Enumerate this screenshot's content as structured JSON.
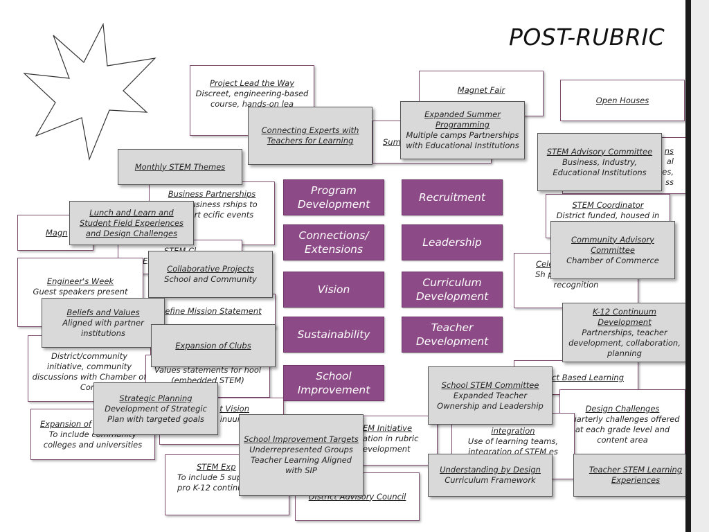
{
  "title": "POST-RUBRIC",
  "categories": [
    {
      "label": "Program Development"
    },
    {
      "label": "Recruitment"
    },
    {
      "label": "Connections/ Extensions"
    },
    {
      "label": "Leadership"
    },
    {
      "label": "Vision"
    },
    {
      "label": "Curriculum Development"
    },
    {
      "label": "Sustainability"
    },
    {
      "label": "Teacher Development"
    },
    {
      "label": "School Improvement"
    }
  ],
  "cards": [
    {
      "heading": "Project Lead the Way",
      "body": "Discreet, engineering-based course, hands-on lea"
    },
    {
      "heading": "Magnet Fair",
      "body": ""
    },
    {
      "heading": "Open Houses",
      "body": ""
    },
    {
      "heading": "Sum",
      "body": ""
    },
    {
      "heading": "ns",
      "body": "al es, ss"
    },
    {
      "heading": "Business Partnerships",
      "body": "ized Business rships to support ecific events"
    },
    {
      "heading": "STEM Coordinator",
      "body": "District funded, housed in"
    },
    {
      "heading": "Magn",
      "body": ""
    },
    {
      "heading": "STEM Cl",
      "body": "Ex"
    },
    {
      "heading": "Engineer's Week",
      "body": "Guest speakers present"
    },
    {
      "heading": "Celeb",
      "body": "Sh publicity, student recognition"
    },
    {
      "heading": "efine Mission Statement",
      "body": ""
    },
    {
      "heading": "",
      "body": "District/community initiative, community discussions with Chamber of Com"
    },
    {
      "heading": "",
      "body": "Values statements for hool (embedded STEM)"
    },
    {
      "heading": "ct Based Learning",
      "body": ""
    },
    {
      "heading": "Design Challenges",
      "body": "Quarterly challenges offered at each grade level and content area"
    },
    {
      "heading": "Expansion of",
      "body": "To include community colleges and universities"
    },
    {
      "heading": "t Vision",
      "body": "ork o inuum"
    },
    {
      "heading": "EM Initiative",
      "body": "ation in rubric evelopment"
    },
    {
      "heading": "integration",
      "body": "Use of learning teams, integration of STEM es"
    },
    {
      "heading": "STEM Exp",
      "body": "To include 5 support for pro K-12 continuum"
    },
    {
      "heading": "District Advisory Council",
      "body": ""
    }
  ],
  "overlays": [
    {
      "heading": "Connecting Experts with Teachers for Learning",
      "body": ""
    },
    {
      "heading": "Expanded Summer Programming",
      "body": "Multiple camps Partnerships with Educational Institutions"
    },
    {
      "heading": "STEM Advisory Committee",
      "body": "Business, Industry, Educational Institutions"
    },
    {
      "heading": "Monthly STEM Themes",
      "body": ""
    },
    {
      "heading": "Lunch and Learn and Student Field Experiences and Design Challenges",
      "body": ""
    },
    {
      "heading": "Community Advisory Committee",
      "body": "Chamber of Commerce"
    },
    {
      "heading": "Collaborative Projects",
      "body": "School and Community"
    },
    {
      "heading": "Beliefs and Values",
      "body": "Aligned with partner institutions"
    },
    {
      "heading": "K-12 Continuum Development",
      "body": "Partnerships, teacher development, collaboration, planning"
    },
    {
      "heading": "Expansion of Clubs",
      "body": ""
    },
    {
      "heading": "School STEM Committee",
      "body": "Expanded Teacher Ownership and Leadership"
    },
    {
      "heading": "Strategic Planning",
      "body": "Development of Strategic Plan with targeted goals"
    },
    {
      "heading": "School Improvement Targets",
      "body": "Underrepresented Groups Teacher Learning Aligned with SIP"
    },
    {
      "heading": "Understanding by Design",
      "body": "Curriculum Framework"
    },
    {
      "heading": "Teacher STEM Learning Experiences",
      "body": ""
    }
  ]
}
